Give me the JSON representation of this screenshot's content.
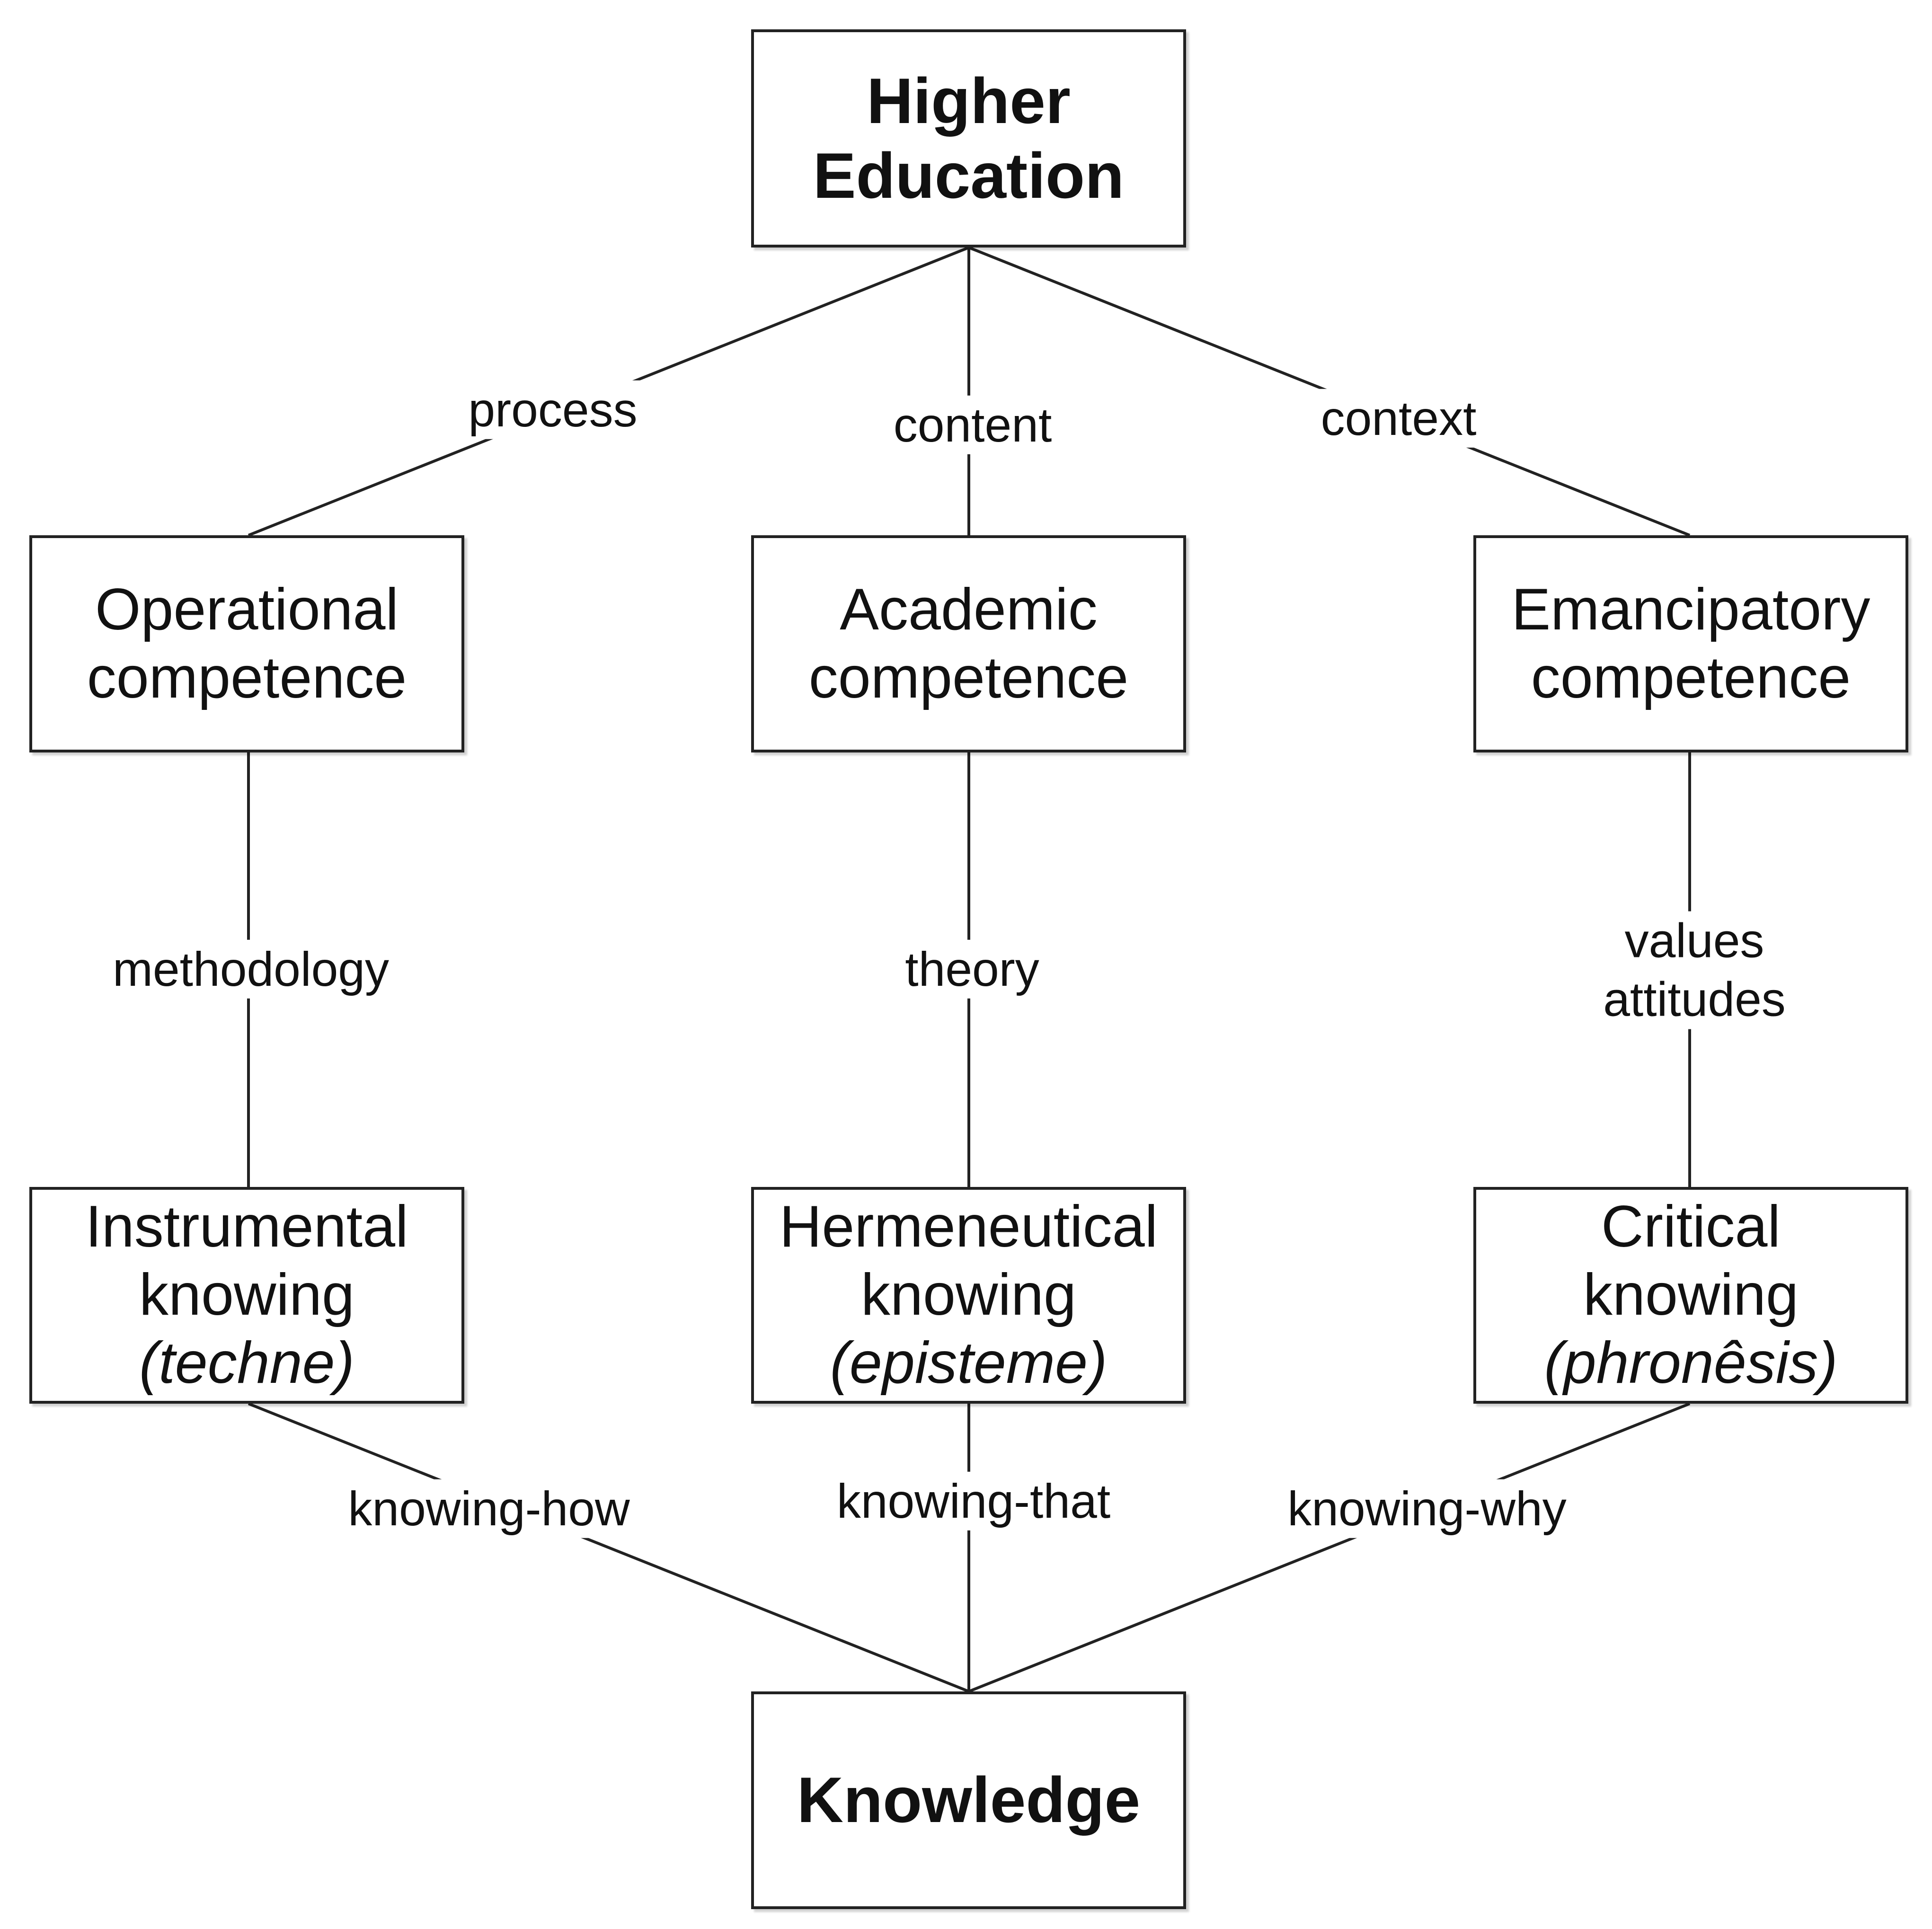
{
  "nodes": {
    "higher_education": [
      "Higher",
      "Education"
    ],
    "operational": [
      "Operational",
      "competence"
    ],
    "academic": [
      "Academic",
      "competence"
    ],
    "emancipatory": [
      "Emancipatory",
      "competence"
    ],
    "instrumental": [
      "Instrumental",
      "knowing",
      "(techne)"
    ],
    "hermeneutical": [
      "Hermeneutical",
      "knowing",
      "(episteme)"
    ],
    "critical": [
      "Critical",
      "knowing",
      "(phronêsis)"
    ],
    "knowledge": [
      "Knowledge"
    ]
  },
  "edges": {
    "process": "process",
    "content": "content",
    "context": "context",
    "methodology": "methodology",
    "theory": "theory",
    "values": "values",
    "attitudes": "attitudes",
    "knowing_how": "knowing-how",
    "knowing_that": "knowing-that",
    "knowing_why": "knowing-why"
  },
  "colors": {
    "line": "#222222",
    "box_border": "#222222",
    "background": "#ffffff"
  }
}
